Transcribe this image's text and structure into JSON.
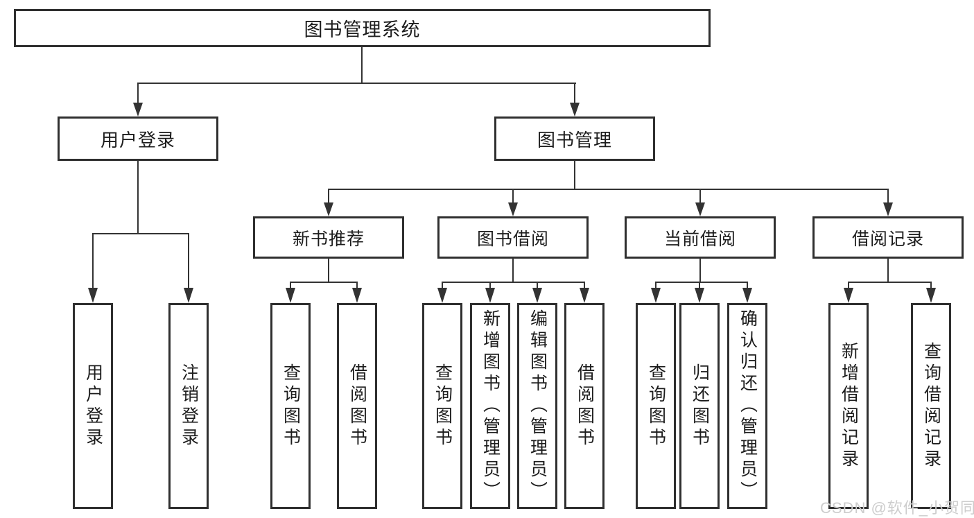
{
  "diagram": {
    "root": {
      "label": "图书管理系统"
    },
    "level2": [
      {
        "label": "用户登录"
      },
      {
        "label": "图书管理"
      }
    ],
    "level3": [
      {
        "label": "新书推荐",
        "parent": "图书管理"
      },
      {
        "label": "图书借阅",
        "parent": "图书管理"
      },
      {
        "label": "当前借阅",
        "parent": "图书管理"
      },
      {
        "label": "借阅记录",
        "parent": "图书管理"
      }
    ],
    "leaves": [
      {
        "label": "用户登录",
        "parent": "用户登录"
      },
      {
        "label": "注销登录",
        "parent": "用户登录"
      },
      {
        "label": "查询图书",
        "parent": "新书推荐"
      },
      {
        "label": "借阅图书",
        "parent": "新书推荐"
      },
      {
        "label": "查询图书",
        "parent": "图书借阅"
      },
      {
        "label": "新增图书（管理员）",
        "parent": "图书借阅"
      },
      {
        "label": "编辑图书（管理员）",
        "parent": "图书借阅"
      },
      {
        "label": "借阅图书",
        "parent": "图书借阅"
      },
      {
        "label": "查询图书",
        "parent": "当前借阅"
      },
      {
        "label": "归还图书",
        "parent": "当前借阅"
      },
      {
        "label": "确认归还（管理员）",
        "parent": "当前借阅"
      },
      {
        "label": "新增借阅记录",
        "parent": "借阅记录"
      },
      {
        "label": "查询借阅记录",
        "parent": "借阅记录"
      }
    ]
  },
  "watermark": {
    "text": "CSDN @软件_小贺同学"
  },
  "colors": {
    "line": "#333333",
    "box_border": "#2f2f2f",
    "text": "#1c1c1c",
    "background": "#ffffff",
    "watermark": "#cdcdcd"
  }
}
